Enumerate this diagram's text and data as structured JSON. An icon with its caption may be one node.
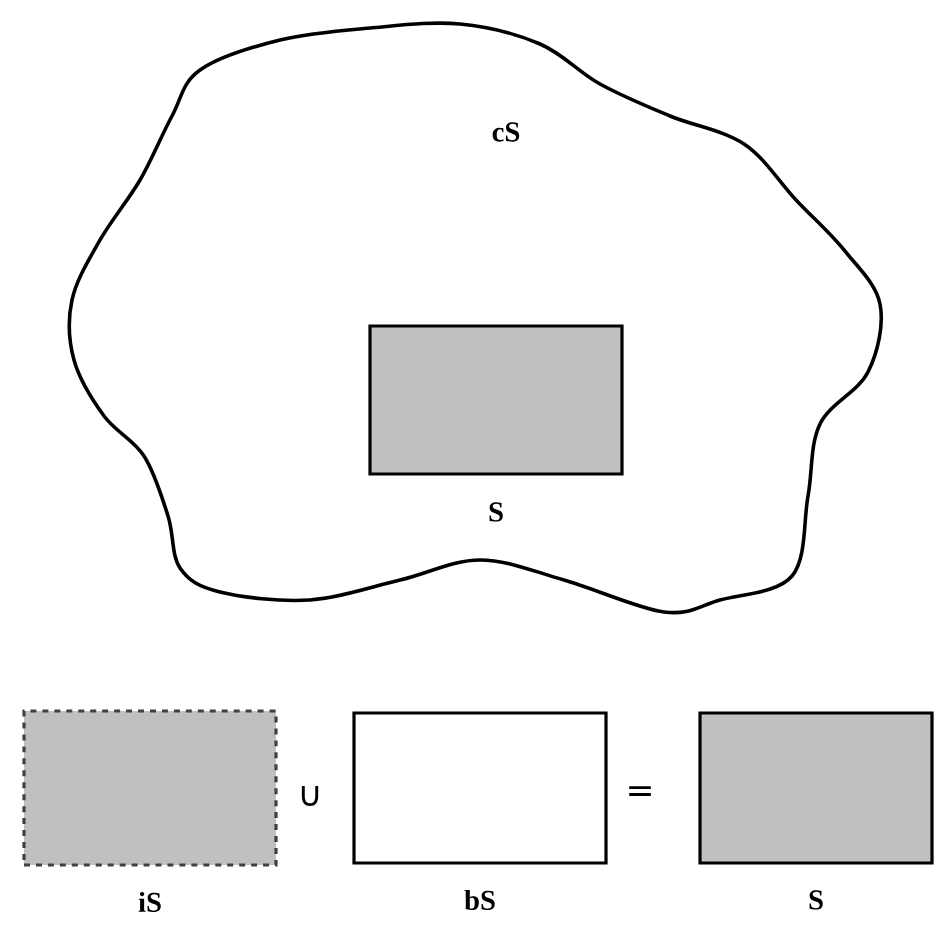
{
  "diagram": {
    "nodes": [
      {
        "text": [
          "cS"
        ]
      },
      {
        "text": [
          "S"
        ],
        "in": 0
      },
      {
        "text": [
          "iS"
        ]
      },
      {
        "text": [
          "bS"
        ]
      },
      {
        "text": [
          "S"
        ]
      }
    ],
    "labels": [
      "∪",
      "="
    ]
  }
}
